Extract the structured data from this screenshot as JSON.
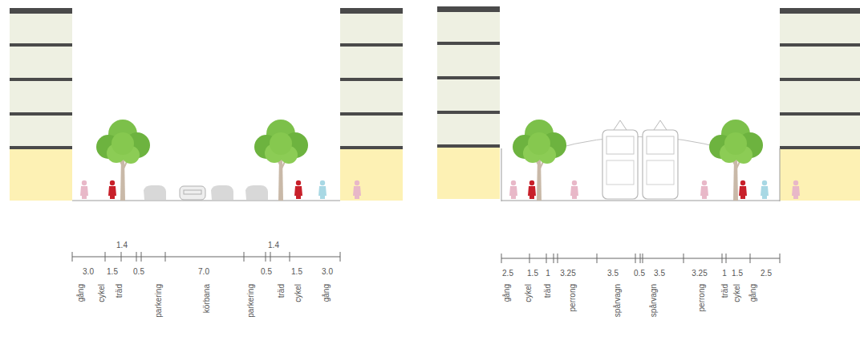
{
  "diagram": {
    "labels": [
      "1.4",
      "1.4",
      "3.0",
      "1.5",
      "0.5",
      "7.0",
      "0.5",
      "1.5",
      "3.0",
      "gång",
      "cykel",
      "träd",
      "parkering",
      "körbana",
      "parkering",
      "träd",
      "cykel",
      "gång",
      "2.5",
      "1.5",
      "1",
      "3.25",
      "3.5",
      "0.5",
      "3.5",
      "3.25",
      "1",
      "1.5",
      "2.5",
      "gång",
      "cykel",
      "träd",
      "perrong",
      "spårvagn",
      "spårvagn",
      "perrong",
      "träd",
      "cykel",
      "gång"
    ]
  }
}
